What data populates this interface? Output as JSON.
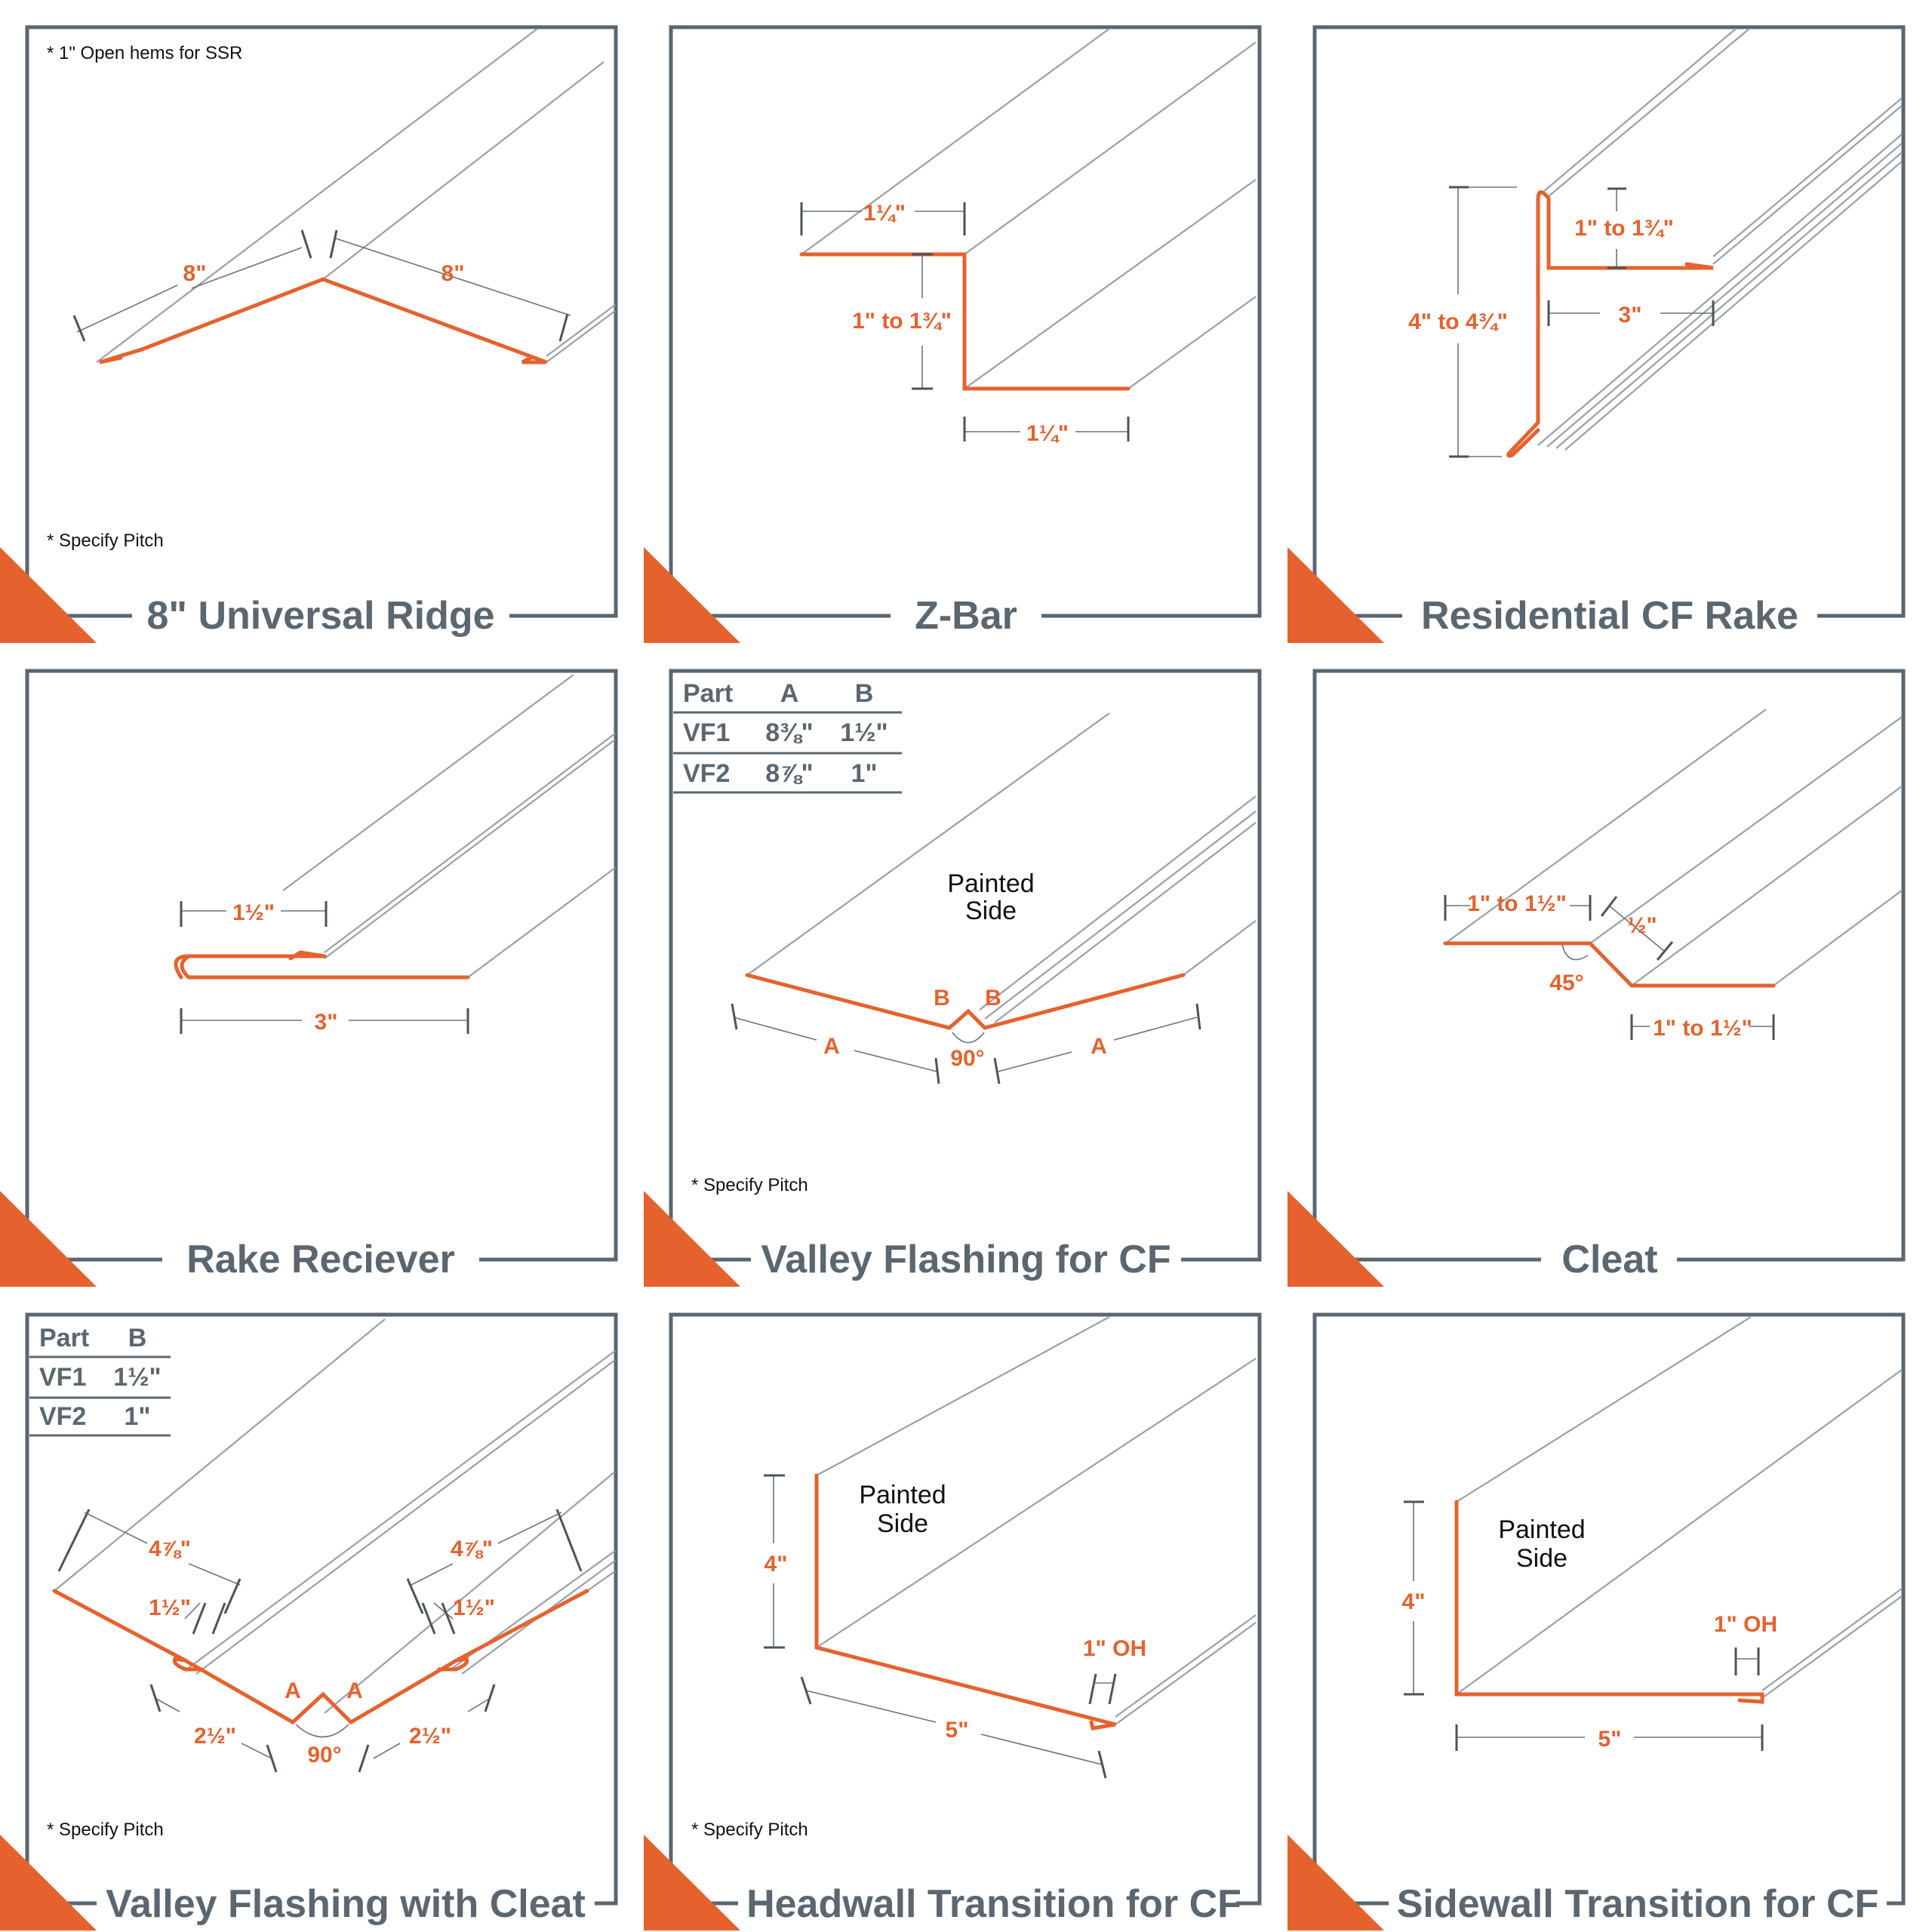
{
  "panels": [
    {
      "title": "8\" Universal Ridge",
      "notes": [
        "* 1\" Open hems for SSR",
        "* Specify Pitch"
      ],
      "dims": [
        "8\"",
        "8\""
      ]
    },
    {
      "title": "Z-Bar",
      "notes": [],
      "dims": [
        "1¼\"",
        "1\" to 1¾\"",
        "1¼\""
      ]
    },
    {
      "title": "Residential CF Rake",
      "notes": [],
      "dims": [
        "1\" to 1¾\"",
        "4\" to 4¾\"",
        "3\""
      ]
    },
    {
      "title": "Rake Reciever",
      "notes": [],
      "dims": [
        "1½\"",
        "3\""
      ]
    },
    {
      "title": "Valley Flashing for CF",
      "notes": [
        "* Specify Pitch"
      ],
      "dims": [
        "B",
        "B",
        "A",
        "90°",
        "A"
      ],
      "painted_side": [
        "Painted",
        "Side"
      ],
      "table": {
        "headers": [
          "Part",
          "A",
          "B"
        ],
        "rows": [
          [
            "VF1",
            "8⅜\"",
            "1½\""
          ],
          [
            "VF2",
            "8⅞\"",
            "1\""
          ]
        ]
      }
    },
    {
      "title": "Cleat",
      "notes": [],
      "dims": [
        "1\" to 1½\"",
        "½\"",
        "45°",
        "1\" to 1½\""
      ]
    },
    {
      "title": "Valley Flashing with Cleat",
      "notes": [
        "* Specify Pitch"
      ],
      "dims": [
        "4⅞\"",
        "4⅞\"",
        "1½\"",
        "1½\"",
        "A",
        "A",
        "2½\"",
        "2½\"",
        "90°"
      ],
      "table": {
        "headers": [
          "Part",
          "B"
        ],
        "rows": [
          [
            "VF1",
            "1½\""
          ],
          [
            "VF2",
            "1\""
          ]
        ]
      }
    },
    {
      "title": "Headwall Transition for CF",
      "notes": [
        "* Specify Pitch"
      ],
      "dims": [
        "4\"",
        "1\" OH",
        "5\""
      ],
      "painted_side": [
        "Painted",
        "Side"
      ]
    },
    {
      "title": "Sidewall Transition for CF",
      "notes": [],
      "dims": [
        "4\"",
        "1\" OH",
        "5\""
      ],
      "painted_side": [
        "Painted",
        "Side"
      ]
    }
  ],
  "colors": {
    "accent": "#e5622e",
    "frame": "#5b6770",
    "line": "#9aa0a6"
  }
}
